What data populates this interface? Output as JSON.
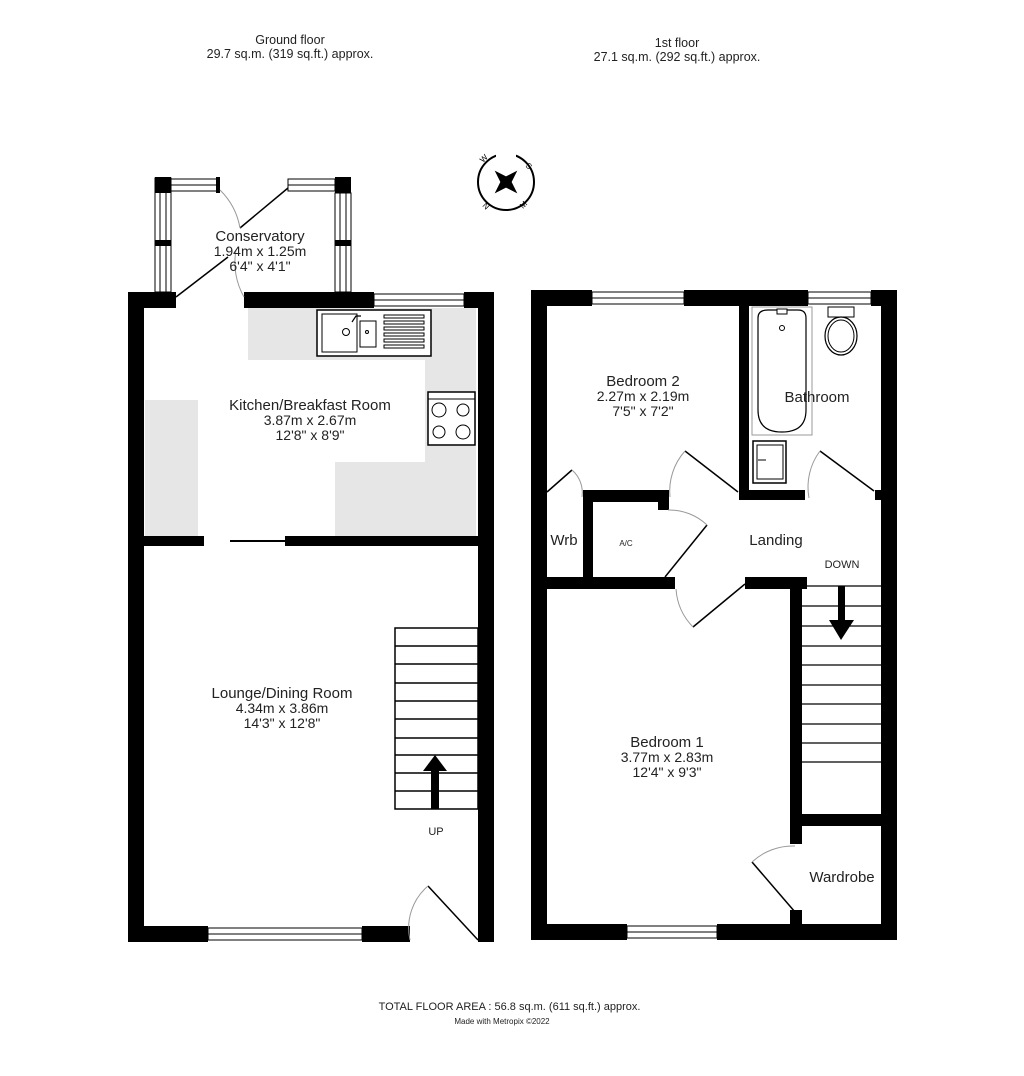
{
  "ground_floor": {
    "title": "Ground floor",
    "area": "29.7 sq.m. (319 sq.ft.) approx.",
    "rooms": {
      "conservatory": {
        "name": "Conservatory",
        "metric": "1.94m  x 1.25m",
        "imperial": "6'4\"  x 4'1\""
      },
      "kitchen": {
        "name": "Kitchen/Breakfast Room",
        "metric": "3.87m  x 2.67m",
        "imperial": "12'8\"  x 8'9\""
      },
      "lounge": {
        "name": "Lounge/Dining Room",
        "metric": "4.34m  x 3.86m",
        "imperial": "14'3\"  x 12'8\""
      }
    },
    "stairs_label": "UP"
  },
  "first_floor": {
    "title": "1st floor",
    "area": "27.1 sq.m. (292 sq.ft.) approx.",
    "rooms": {
      "bedroom2": {
        "name": "Bedroom 2",
        "metric": "2.27m  x 2.19m",
        "imperial": "7'5\"  x 7'2\""
      },
      "bathroom": {
        "name": "Bathroom"
      },
      "wrb": {
        "name": "Wrb"
      },
      "ac": {
        "name": "A/C"
      },
      "landing": {
        "name": "Landing"
      },
      "bedroom1": {
        "name": "Bedroom 1",
        "metric": "3.77m  x 2.83m",
        "imperial": "12'4\"  x 9'3\""
      },
      "wardrobe": {
        "name": "Wardrobe"
      }
    },
    "stairs_label": "DOWN"
  },
  "compass": {
    "letters": [
      "W",
      "S",
      "N",
      "M"
    ]
  },
  "footer": {
    "total": "TOTAL FLOOR AREA : 56.8 sq.m. (611 sq.ft.) approx.",
    "made_with": "Made with Metropix ©2022"
  },
  "colors": {
    "wall": "#000000",
    "fitting": "#e6e6e6",
    "background": "#ffffff"
  }
}
